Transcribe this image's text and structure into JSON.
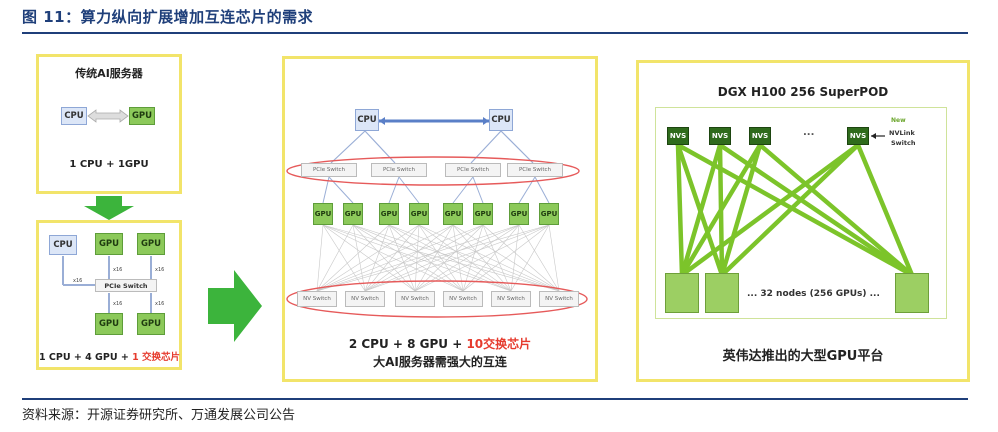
{
  "header": {
    "figure_title": "图 11：算力纵向扩展增加互连芯片的需求"
  },
  "footer": {
    "source": "资料来源：开源证券研究所、万通发展公司公告"
  },
  "panel_traditional": {
    "title": "传统AI服务器",
    "cpu_label": "CPU",
    "gpu_label": "GPU",
    "caption": "1 CPU + 1GPU"
  },
  "panel_pcie": {
    "cpu_label": "CPU",
    "gpu_label": "GPU",
    "switch_label": "PCIe Switch",
    "link_x16": "x16",
    "caption_prefix": "1 CPU + 4 GPU + ",
    "caption_highlight": "1 交换芯片"
  },
  "panel_server": {
    "cpu_label": "CPU",
    "gpu_label": "GPU",
    "pcie_switch_label": "PCIe Switch",
    "nv_switch_label": "NV Switch",
    "caption_prefix": "2 CPU + 8 GPU + ",
    "caption_highlight": "10交换芯片",
    "caption_line2": "大AI服务器需强大的互连"
  },
  "panel_superpod": {
    "title": "DGX H100 256 SuperPOD",
    "nvs_label": "NVS",
    "ellipsis": "...",
    "new_label": "New",
    "nvlink_label": "NVLink",
    "switch_label": "Switch",
    "nodes_label": "... 32 nodes (256 GPUs) ...",
    "caption": "英伟达推出的大型GPU平台"
  },
  "colors": {
    "accent_title": "#1f3f7a",
    "panel_border": "#f2e46a",
    "gpu_green": "#8cc95a",
    "nvlink_green": "#7cc42a",
    "highlight_red": "#e63b2e",
    "arrow_green": "#3cb43c"
  }
}
